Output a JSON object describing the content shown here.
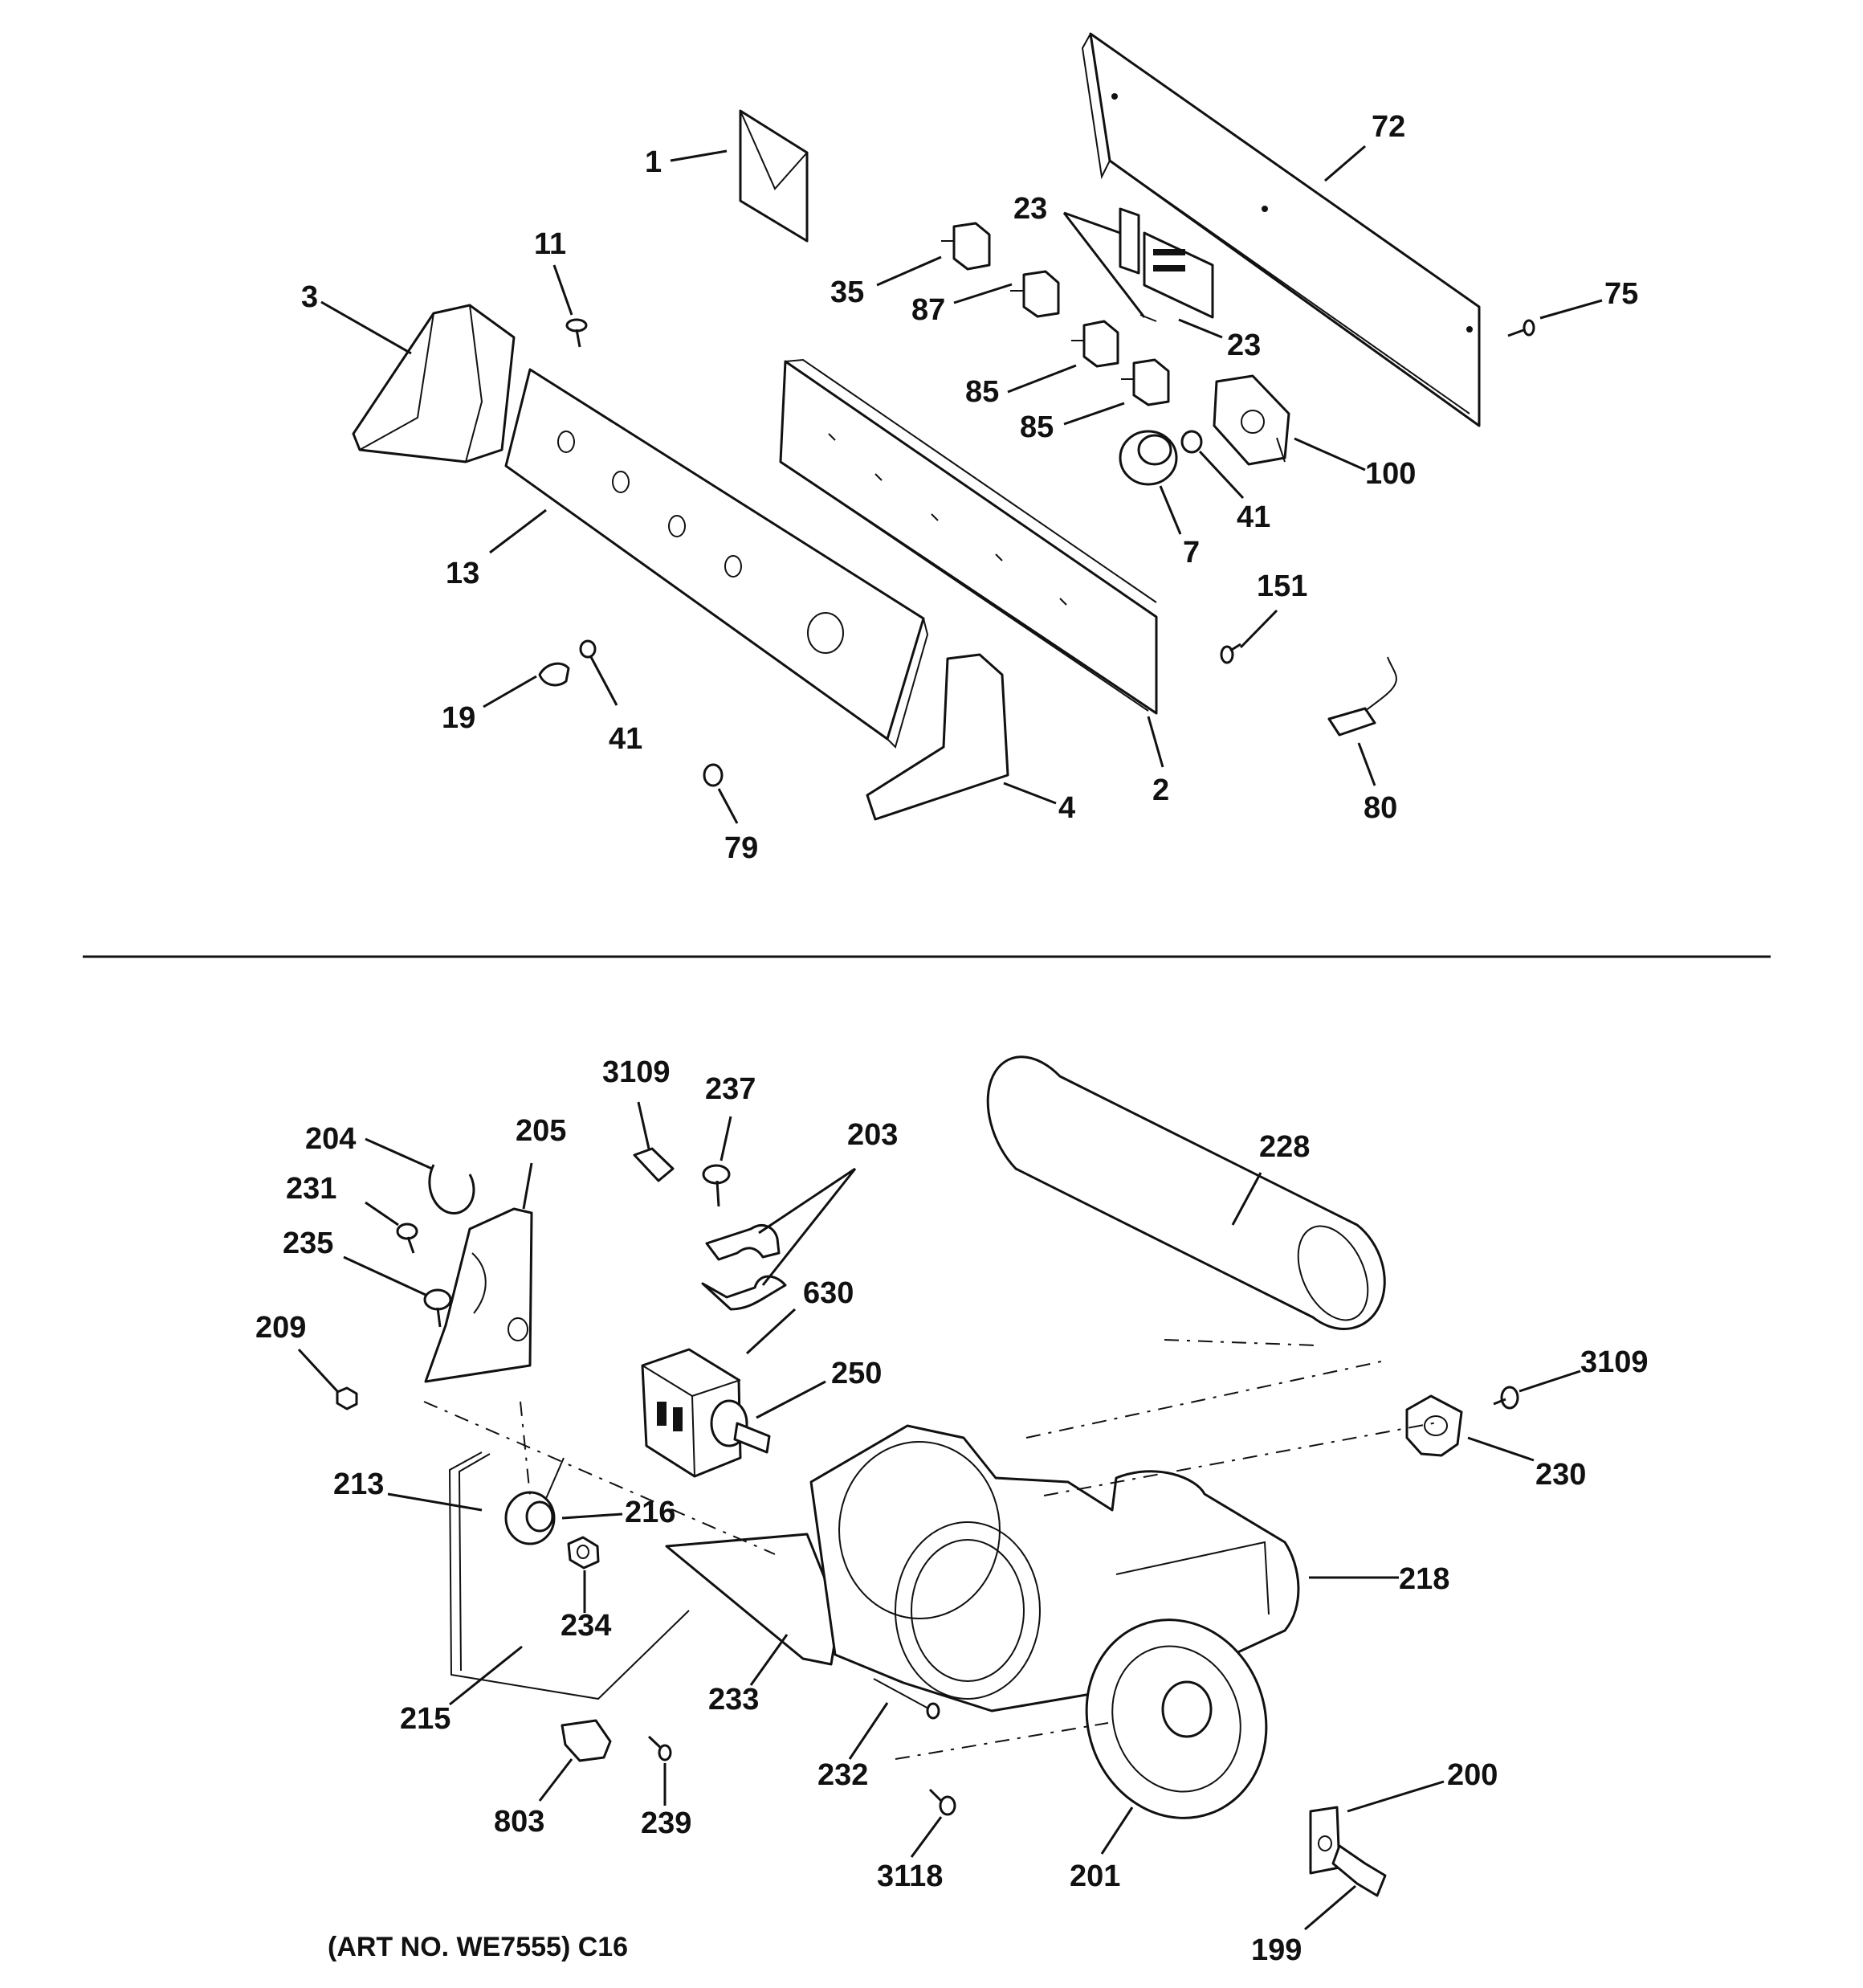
{
  "callouts": {
    "c1": "1",
    "c72": "72",
    "c23a": "23",
    "c23b": "23",
    "c11": "11",
    "c3": "3",
    "c35": "35",
    "c87": "87",
    "c75": "75",
    "c85a": "85",
    "c85b": "85",
    "c100": "100",
    "c41a": "41",
    "c7": "7",
    "c13": "13",
    "c151": "151",
    "c19": "19",
    "c41b": "41",
    "c2": "2",
    "c4": "4",
    "c80": "80",
    "c79": "79",
    "c3109a": "3109",
    "c237": "237",
    "c203": "203",
    "c228": "228",
    "c204": "204",
    "c205": "205",
    "c231": "231",
    "c235": "235",
    "c630": "630",
    "c209": "209",
    "c250": "250",
    "c3109b": "3109",
    "c230": "230",
    "c213": "213",
    "c216": "216",
    "c218": "218",
    "c234": "234",
    "c215": "215",
    "c233": "233",
    "c232": "232",
    "c803": "803",
    "c239": "239",
    "c200": "200",
    "c3118": "3118",
    "c201": "201",
    "c199": "199"
  },
  "art_number": "(ART NO. WE7555) C16"
}
